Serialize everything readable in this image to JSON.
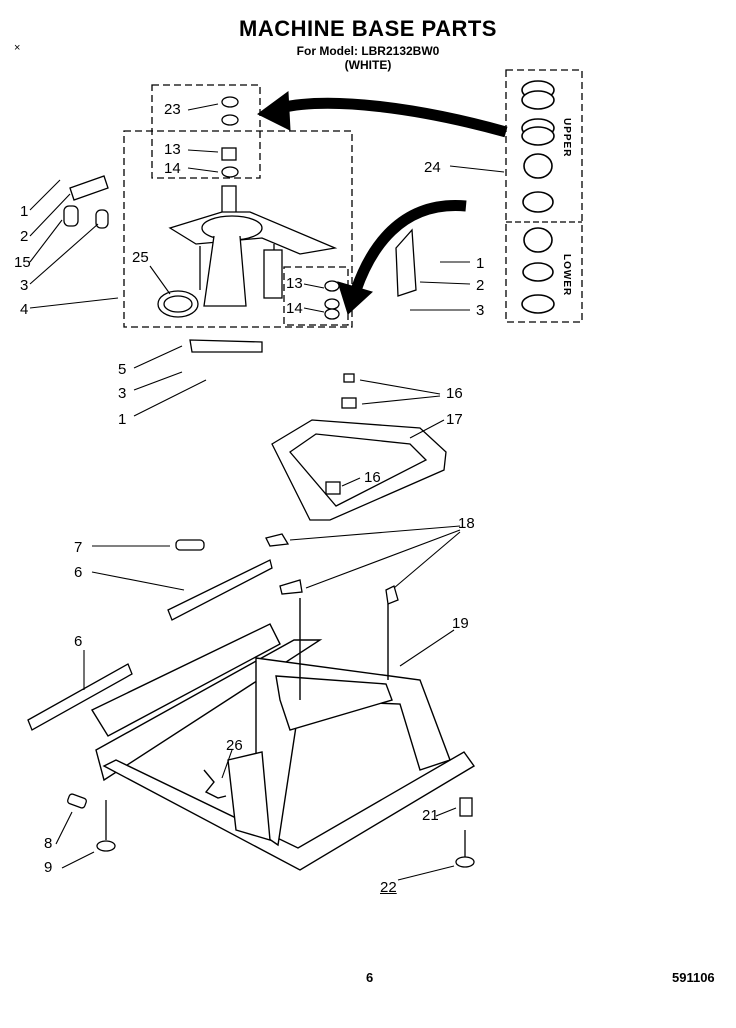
{
  "header": {
    "title": "MACHINE BASE PARTS",
    "model_line": "For Model: LBR2132BW0",
    "color_line": "(WHITE)",
    "corner_mark": "×"
  },
  "footer": {
    "page_number": "6",
    "document_number": "591106"
  },
  "group_labels": {
    "upper": "UPPER",
    "lower": "LOWER"
  },
  "callouts": [
    {
      "label": "23"
    },
    {
      "label": "13"
    },
    {
      "label": "14"
    },
    {
      "label": "1"
    },
    {
      "label": "2"
    },
    {
      "label": "15"
    },
    {
      "label": "3"
    },
    {
      "label": "25"
    },
    {
      "label": "4"
    },
    {
      "label": "13"
    },
    {
      "label": "14"
    },
    {
      "label": "24"
    },
    {
      "label": "1"
    },
    {
      "label": "2"
    },
    {
      "label": "3"
    },
    {
      "label": "5"
    },
    {
      "label": "3"
    },
    {
      "label": "1"
    },
    {
      "label": "16"
    },
    {
      "label": "17"
    },
    {
      "label": "16"
    },
    {
      "label": "18"
    },
    {
      "label": "7"
    },
    {
      "label": "6"
    },
    {
      "label": "6"
    },
    {
      "label": "19"
    },
    {
      "label": "26"
    },
    {
      "label": "21"
    },
    {
      "label": "8"
    },
    {
      "label": "9"
    },
    {
      "label": "22"
    }
  ]
}
